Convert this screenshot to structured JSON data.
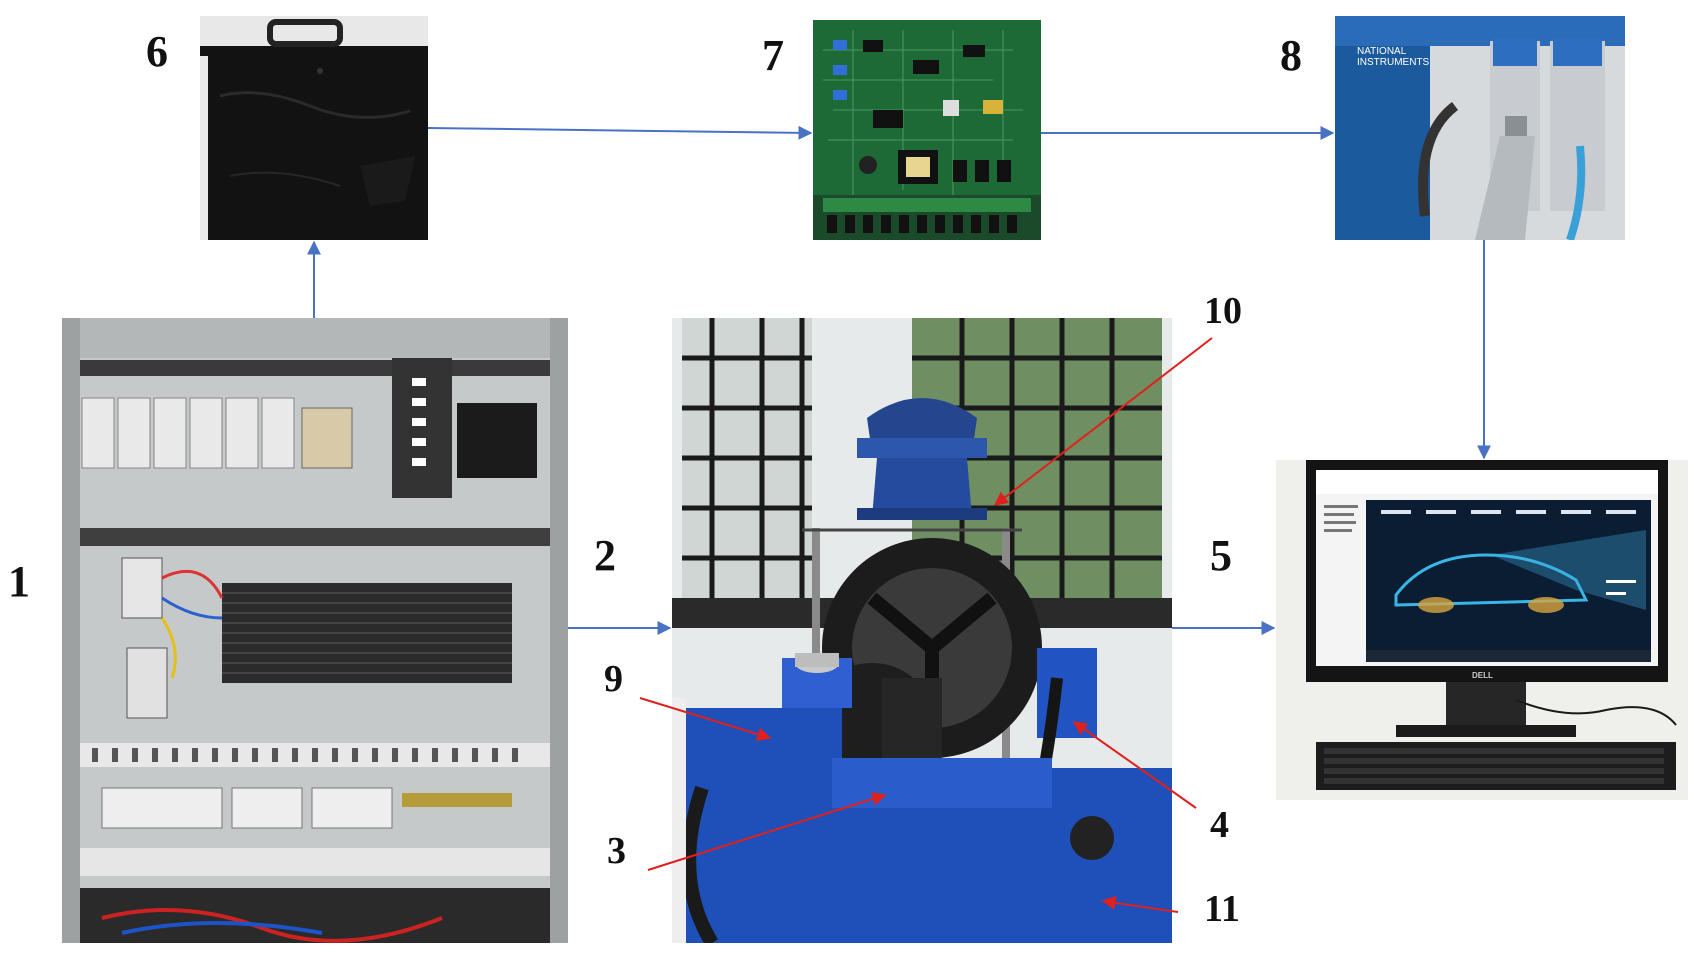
{
  "labels": {
    "n1": "1",
    "n2": "2",
    "n3": "3",
    "n4": "4",
    "n5": "5",
    "n6": "6",
    "n7": "7",
    "n8": "8",
    "n9": "9",
    "n10": "10",
    "n11": "11"
  },
  "daq_brand_line1": "NATIONAL",
  "daq_brand_line2": "INSTRUMENTS",
  "monitor_brand": "DELL",
  "colors": {
    "flow_arrow": "#4a72c4",
    "callout_arrow": "#e0201c",
    "panel_bg": "#b9bcbd",
    "machine_blue": "#1f4fb8",
    "pcb_green": "#1f6e3a",
    "daq_blue": "#1c5a9e",
    "screen_bg": "#0a1d33"
  },
  "icons": {
    "control_panel": "electrical-control-cabinet-photo",
    "battery": "battery-box-photo",
    "circuit_board": "signal-conditioning-board-photo",
    "daq": "data-acquisition-chassis-photo",
    "test_rig": "motor-wheel-test-rig-photo",
    "computer": "monitor-and-keyboard-photo"
  }
}
